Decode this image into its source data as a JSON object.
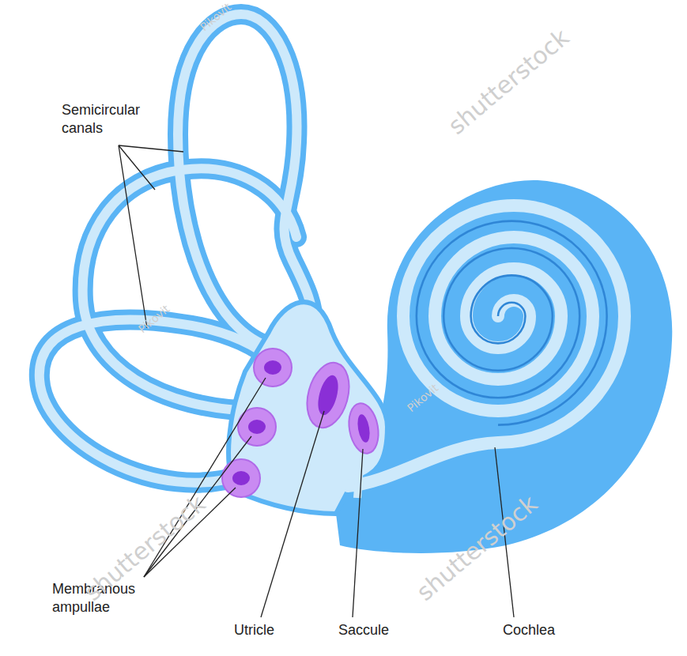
{
  "diagram": {
    "labels": [
      "Semicircular canals",
      "Membranous ampullae",
      "Utricle",
      "Saccule",
      "Cochlea",
      "shutterstock",
      "shutterstock",
      "shutterstock",
      "Pikovit",
      "Pikovit",
      "Pikovit"
    ]
  }
}
